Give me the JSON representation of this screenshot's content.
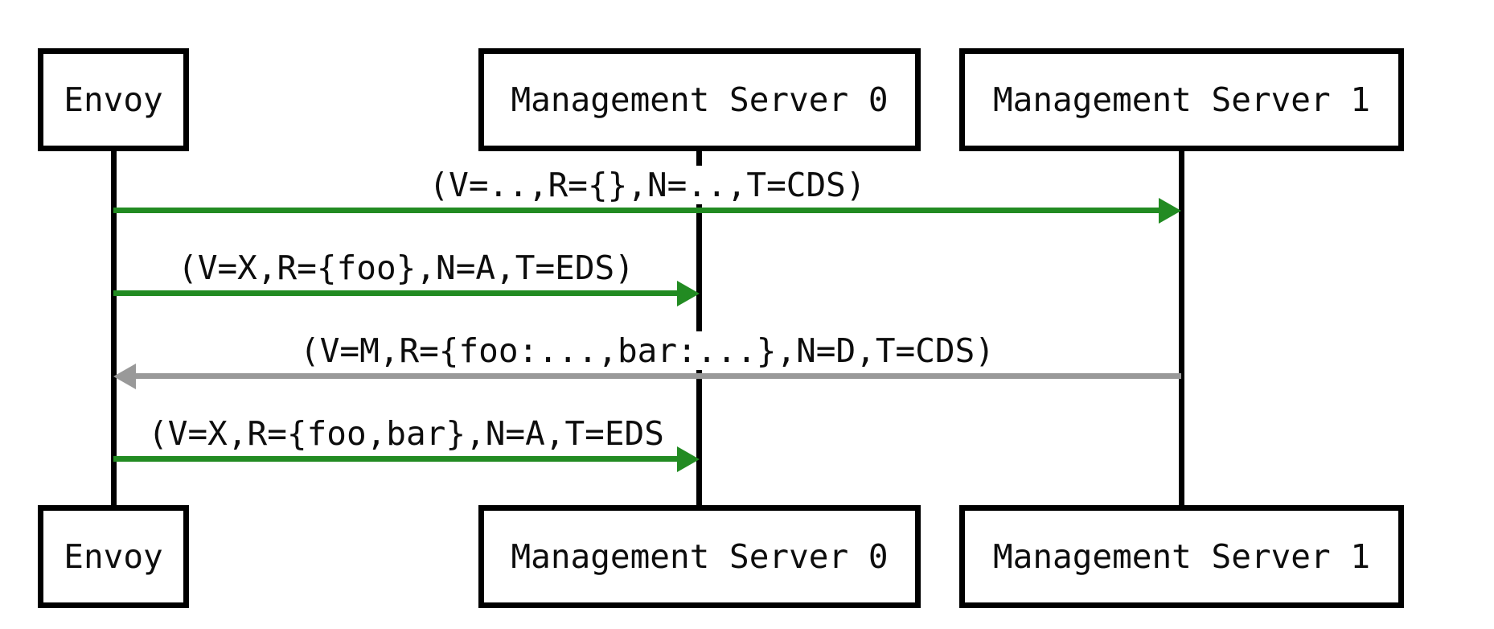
{
  "diagram": {
    "type": "sequence-diagram",
    "actors": [
      {
        "name": "Envoy"
      },
      {
        "name": "Management Server 0"
      },
      {
        "name": "Management Server 1"
      }
    ],
    "messages": [
      {
        "from": "Envoy",
        "to": "Management Server 1",
        "direction": "right",
        "label": "(V=..,R={},N=..,T=CDS)",
        "color": "#228B22"
      },
      {
        "from": "Envoy",
        "to": "Management Server 0",
        "direction": "right",
        "label": "(V=X,R={foo},N=A,T=EDS)",
        "color": "#228B22"
      },
      {
        "from": "Management Server 1",
        "to": "Envoy",
        "direction": "left",
        "label": "(V=M,R={foo:...,bar:...},N=D,T=CDS)",
        "color": "#999999"
      },
      {
        "from": "Envoy",
        "to": "Management Server 0",
        "direction": "right",
        "label": "(V=X,R={foo,bar},N=A,T=EDS",
        "color": "#228B22"
      }
    ],
    "colors": {
      "request_arrow": "#228B22",
      "response_arrow": "#999999",
      "lifeline": "#000000",
      "box_border": "#000000",
      "background": "#FFFFFF",
      "text": "#0D0D0D"
    }
  }
}
